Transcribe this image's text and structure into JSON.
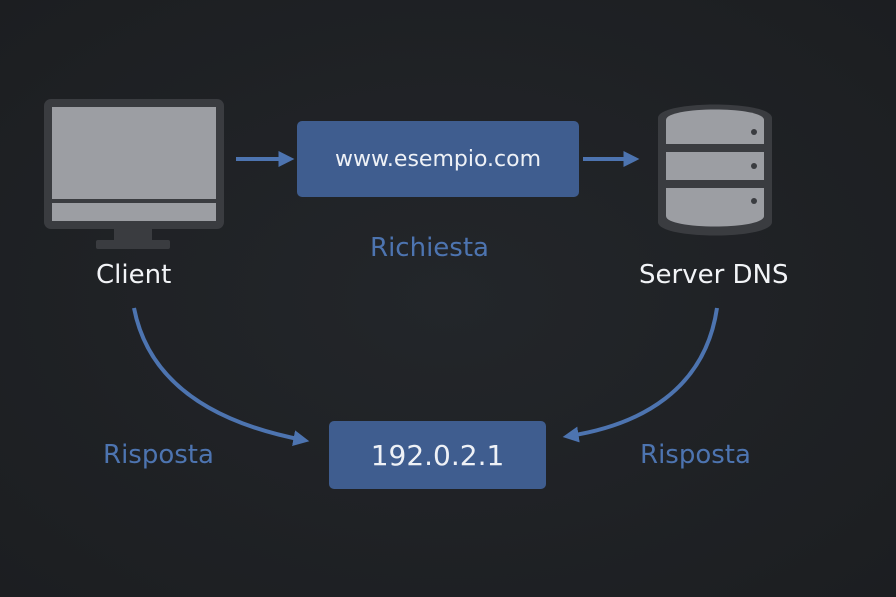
{
  "nodes": {
    "client": {
      "label": "Client",
      "icon": "monitor-icon"
    },
    "server": {
      "label": "Server DNS",
      "icon": "database-icon"
    }
  },
  "messages": {
    "query": "www.esempio.com",
    "answer": "192.0.2.1"
  },
  "flows": {
    "request": "Richiesta",
    "response_left": "Risposta",
    "response_right": "Risposta"
  },
  "colors": {
    "background": "#1d1f22",
    "accent": "#3f5d8f",
    "flow": "#4d74b0",
    "icon": "#9c9ea3",
    "icon_outline": "#3a3c40"
  }
}
